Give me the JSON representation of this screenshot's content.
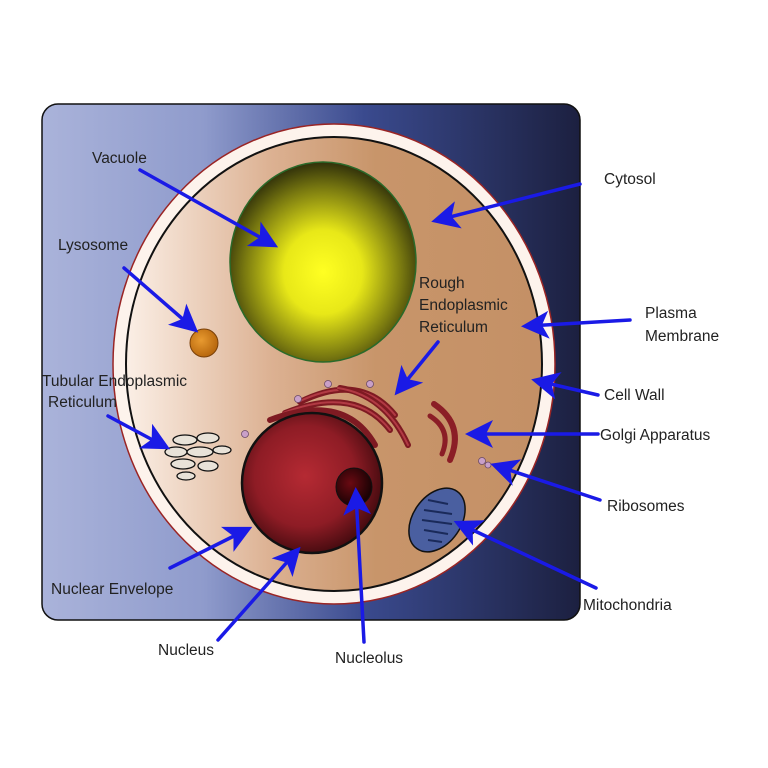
{
  "labels": {
    "vacuole": "Vacuole",
    "lysosome": "Lysosome",
    "tubular_er_line1": "Tubular Endoplasmic",
    "tubular_er_line2": "Reticulum",
    "nuclear_envelope": "Nuclear Envelope",
    "nucleus": "Nucleus",
    "nucleolus": "Nucleolus",
    "cytosol": "Cytosol",
    "rough_er_line1": "Rough",
    "rough_er_line2": "Endoplasmic",
    "rough_er_line3": "Reticulum",
    "plasma_membrane_line1": "Plasma",
    "plasma_membrane_line2": "Membrane",
    "cell_wall": "Cell Wall",
    "golgi_apparatus": "Golgi Apparatus",
    "ribosomes": "Ribosomes",
    "mitochondria": "Mitochondria"
  },
  "colors": {
    "arrow": "#1a1ae6",
    "background_light": "#a9b2d9",
    "background_dark": "#1d2240",
    "cell_wall": "#fdf2ea",
    "cytoplasm": "#c8956a",
    "vacuole_center": "#ffff20",
    "nucleus": "#9a1f28",
    "golgi": "#8b1e26",
    "mitochondria": "#4a5fa0",
    "lysosome": "#d9861f"
  }
}
